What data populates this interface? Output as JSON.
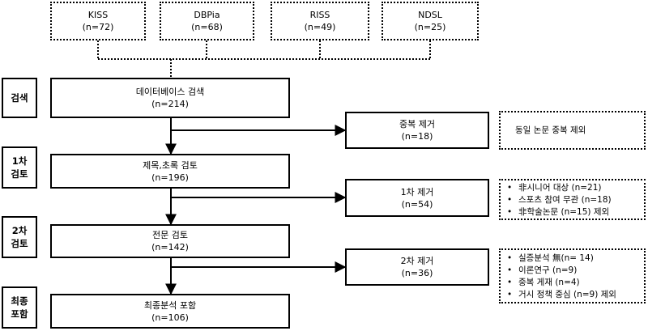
{
  "sources": [
    {
      "name": "KISS",
      "count": "(n=72)"
    },
    {
      "name": "DBPia",
      "count": "(n=68)"
    },
    {
      "name": "RISS",
      "count": "(n=49)"
    },
    {
      "name": "NDSL",
      "count": "(n=25)"
    }
  ],
  "stages": [
    {
      "label": "검색",
      "title": "데이터베이스 검색",
      "count": "(n=214)"
    },
    {
      "label": "1차\n검토",
      "title": "제목,초록 검토",
      "count": "(n=196)"
    },
    {
      "label": "2차\n검토",
      "title": "전문 검토",
      "count": "(n=142)"
    },
    {
      "label": "최종\n포함",
      "title": "최종분석 포함",
      "count": "(n=106)"
    }
  ],
  "exclusions": [
    {
      "title": "중복 제거",
      "count": "(n=18)",
      "reasons": [
        "동일 논문 중복 제외"
      ]
    },
    {
      "title": "1차 제거",
      "count": "(n=54)",
      "reasons": [
        "非시니어 대상 (n=21)",
        "스포츠 참여 무관 (n=18)",
        "非학술논문 (n=15) 제외"
      ]
    },
    {
      "title": "2차 제거",
      "count": "(n=36)",
      "reasons": [
        "실증분석 無(n= 14)",
        "이론연구 (n=9)",
        "중복 게재 (n=4)",
        "거시 정책 중심 (n=9) 제외"
      ]
    }
  ]
}
